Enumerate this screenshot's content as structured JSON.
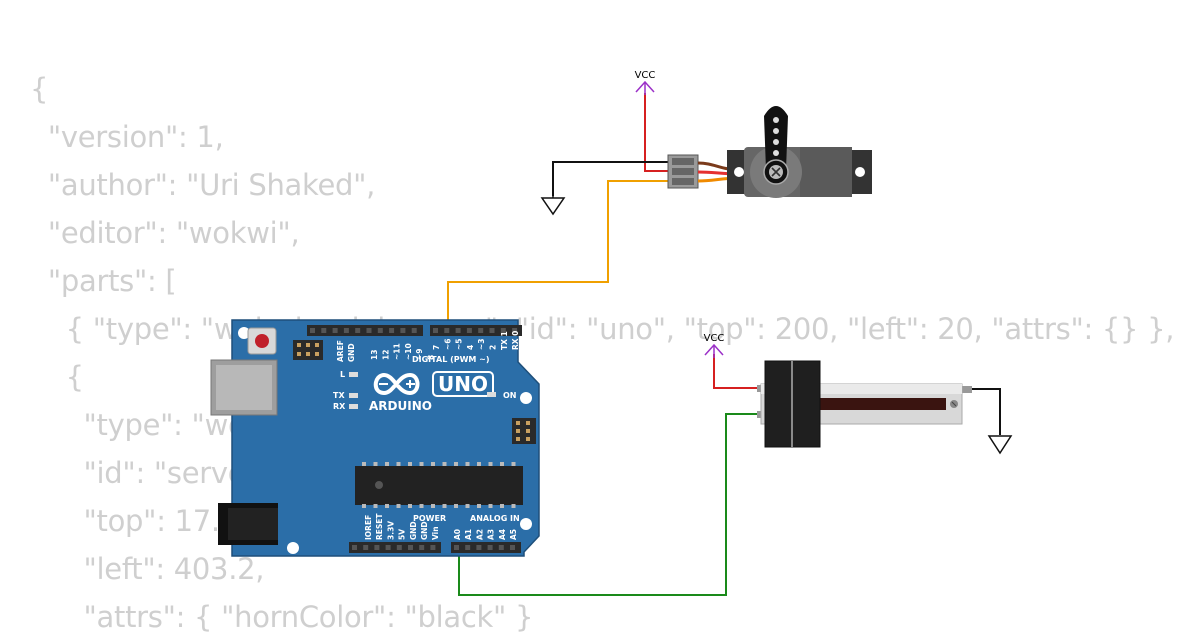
{
  "code_lines": [
    "{",
    "  \"version\": 1,",
    "  \"author\": \"Uri Shaked\",",
    "  \"editor\": \"wokwi\",",
    "  \"parts\": [",
    "    { \"type\": \"wokwi-arduino-uno\", \"id\": \"uno\", \"top\": 200, \"left\": 20, \"attrs\": {} },",
    "    {",
    "      \"type\": \"wokwi-servo\",",
    "      \"id\": \"servo1\",",
    "      \"top\": 17.2,",
    "      \"left\": 403.2,",
    "      \"attrs\": { \"hornColor\": \"black\" }"
  ],
  "labels": {
    "vcc_servo": "VCC",
    "vcc_pot": "VCC",
    "brand": "ARDUINO",
    "model": "UNO",
    "digital_header": "DIGITAL (PWM ~)",
    "power_header": "POWER",
    "analog_header": "ANALOG IN",
    "led_l": "L",
    "led_tx": "TX",
    "led_rx": "RX",
    "led_on": "ON",
    "pin_aref": "AREF",
    "pin_gnd": "GND",
    "pins_digital_high": [
      "13",
      "12",
      "~11",
      "~10",
      "~9",
      "8"
    ],
    "pins_digital_low": [
      "7",
      "~6",
      "~5",
      "4",
      "~3",
      "2",
      "TX 1",
      "RX 0"
    ],
    "pins_power": [
      "IOREF",
      "RESET",
      "3.3V",
      "5V",
      "GND",
      "GND",
      "Vin"
    ],
    "pins_analog": [
      "A0",
      "A1",
      "A2",
      "A3",
      "A4",
      "A5"
    ]
  },
  "wire_colors": {
    "vcc": "#d62020",
    "gnd": "#111111",
    "signal": "#f0a000",
    "pot_wiper": "#1a8a1a",
    "board": "#2b6ea8",
    "net_symbol": "#9b30c8"
  }
}
